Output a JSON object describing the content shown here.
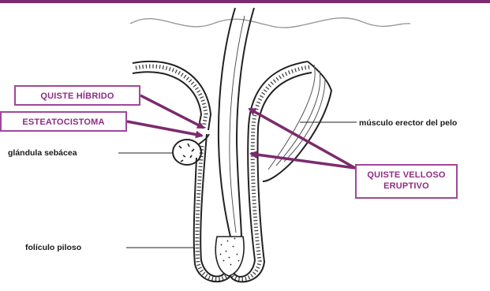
{
  "accent_color": "#7b2b6e",
  "label_boxes": {
    "quiste_hibrido": "QUISTE HÍBRIDO",
    "esteatocistoma": "ESTEATOCISTOMA",
    "quiste_velloso_line1": "QUISTE VELLOSO",
    "quiste_velloso_line2": "ERUPTIVO"
  },
  "structure_labels": {
    "glandula": "glándula sebácea",
    "musculo": "músculo erector del pelo",
    "foliculo": "folículo piloso"
  }
}
